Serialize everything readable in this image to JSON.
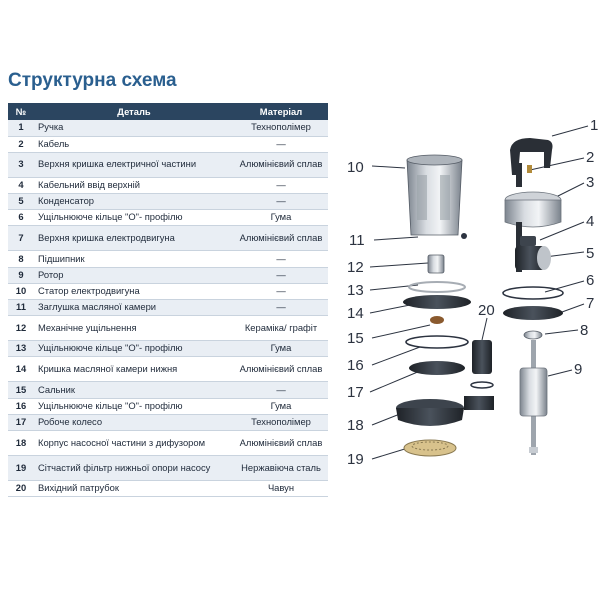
{
  "title": "Структурна схема",
  "table": {
    "headers": {
      "num": "№",
      "part": "Деталь",
      "material": "Матеріал"
    },
    "rows": [
      {
        "num": "1",
        "part": "Ручка",
        "material": "Технополімер"
      },
      {
        "num": "2",
        "part": "Кабель",
        "material": "—"
      },
      {
        "num": "3",
        "part": "Верхня кришка електричної частини",
        "material": "Алюмінієвий сплав"
      },
      {
        "num": "4",
        "part": "Кабельний ввід верхній",
        "material": "—"
      },
      {
        "num": "5",
        "part": "Конденсатор",
        "material": "—"
      },
      {
        "num": "6",
        "part": "Ущільнююче кільце \"О\"- профілю",
        "material": "Гума"
      },
      {
        "num": "7",
        "part": "Верхня кришка електродвигуна",
        "material": "Алюмінієвий сплав"
      },
      {
        "num": "8",
        "part": "Підшипник",
        "material": "—"
      },
      {
        "num": "9",
        "part": "Ротор",
        "material": "—"
      },
      {
        "num": "10",
        "part": "Статор електродвигуна",
        "material": "—"
      },
      {
        "num": "11",
        "part": "Заглушка масляної камери",
        "material": "—"
      },
      {
        "num": "12",
        "part": "Механічне ущільнення",
        "material": "Кераміка/ графіт"
      },
      {
        "num": "13",
        "part": "Ущільнююче кільце \"О\"- профілю",
        "material": "Гума"
      },
      {
        "num": "14",
        "part": "Кришка масляної камери нижня",
        "material": "Алюмінієвий сплав"
      },
      {
        "num": "15",
        "part": "Сальник",
        "material": "—"
      },
      {
        "num": "16",
        "part": "Ущільнююче кільце \"О\"- профілю",
        "material": "Гума"
      },
      {
        "num": "17",
        "part": "Робоче колесо",
        "material": "Технополімер"
      },
      {
        "num": "18",
        "part": "Корпус насосної частини з дифузором",
        "material": "Алюмінієвий сплав"
      },
      {
        "num": "19",
        "part": "Сітчастий фільтр нижньої опори насосу",
        "material": "Нержавіюча сталь"
      },
      {
        "num": "20",
        "part": "Вихідний патрубок",
        "material": "Чавун"
      }
    ]
  },
  "diagram": {
    "labels": {
      "l1": "1",
      "l2": "2",
      "l3": "3",
      "l4": "4",
      "l5": "5",
      "l6": "6",
      "l7": "7",
      "l8": "8",
      "l9": "9",
      "l10": "10",
      "l11": "11",
      "l12": "12",
      "l13": "13",
      "l14": "14",
      "l15": "15",
      "l16": "16",
      "l17": "17",
      "l18": "18",
      "l19": "19",
      "l20": "20"
    }
  }
}
